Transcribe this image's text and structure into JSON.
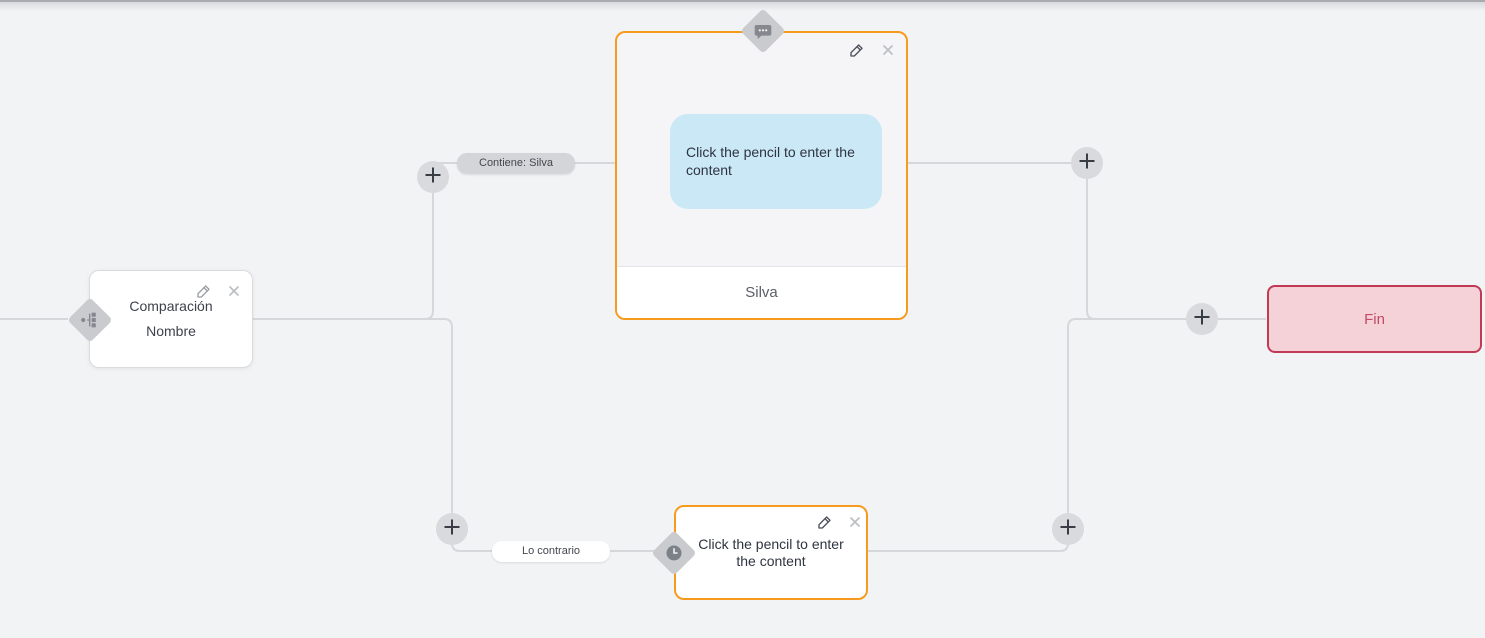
{
  "flow": {
    "branch_labels": {
      "top": "Contiene: Silva",
      "bottom": "Lo contrario"
    }
  },
  "nodes": {
    "condition": {
      "type_icon": "sitemap-icon",
      "title_line1": "Comparación",
      "title_line2": "Nombre"
    },
    "message": {
      "type_icon": "chat-bubble-icon",
      "bubble_text": "Click the pencil to enter the content",
      "footer_label": "Silva"
    },
    "action": {
      "type_icon": "clock-icon",
      "placeholder_text": "Click the pencil to enter the content"
    },
    "end": {
      "label": "Fin"
    }
  },
  "icons": {
    "edit": "pencil-icon",
    "delete": "close-icon",
    "add": "plus-icon"
  },
  "colors": {
    "canvas_bg": "#f2f3f5",
    "wire": "#d6d7da",
    "accent_orange": "#f79b1e",
    "node_border_gray": "#d9dbdf",
    "bubble_fill": "#cae8f6",
    "end_fill": "#f4d2d8",
    "end_border": "#c03a56",
    "end_text": "#c24a63",
    "pill_gray": "#d3d5d9",
    "badge_gray": "#c9cbcf"
  }
}
